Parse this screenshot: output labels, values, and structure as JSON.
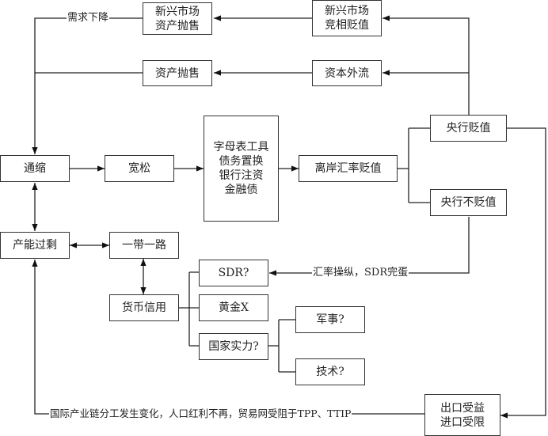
{
  "nodes": {
    "emerging_sell": "新兴市场\n资产抛售",
    "emerging_devalue": "新兴市场\n竞相贬值",
    "asset_sell": "资产抛售",
    "capital_outflow": "资本外流",
    "deflation": "通缩",
    "easing": "宽松",
    "tools": "字母表工具\n债务置换\n银行注资\n金融债",
    "offshore_devalue": "离岸汇率贬值",
    "cb_devalue": "央行贬值",
    "cb_no_devalue": "央行不贬值",
    "overcapacity": "产能过剩",
    "belt_road": "一带一路",
    "currency_credit": "货币信用",
    "sdr": "SDR?",
    "gold": "黄金X",
    "national_power": "国家实力?",
    "military": "军事?",
    "technology": "技术?",
    "export_import": "出口受益\n进口受限"
  },
  "edge_labels": {
    "demand_drop": "需求下降",
    "fx_manipulation": "汇率操纵，SDR完蛋",
    "supply_chain": "国际产业链分工发生变化，人口红利不再，贸易网受阻于TPP、TTIP"
  }
}
